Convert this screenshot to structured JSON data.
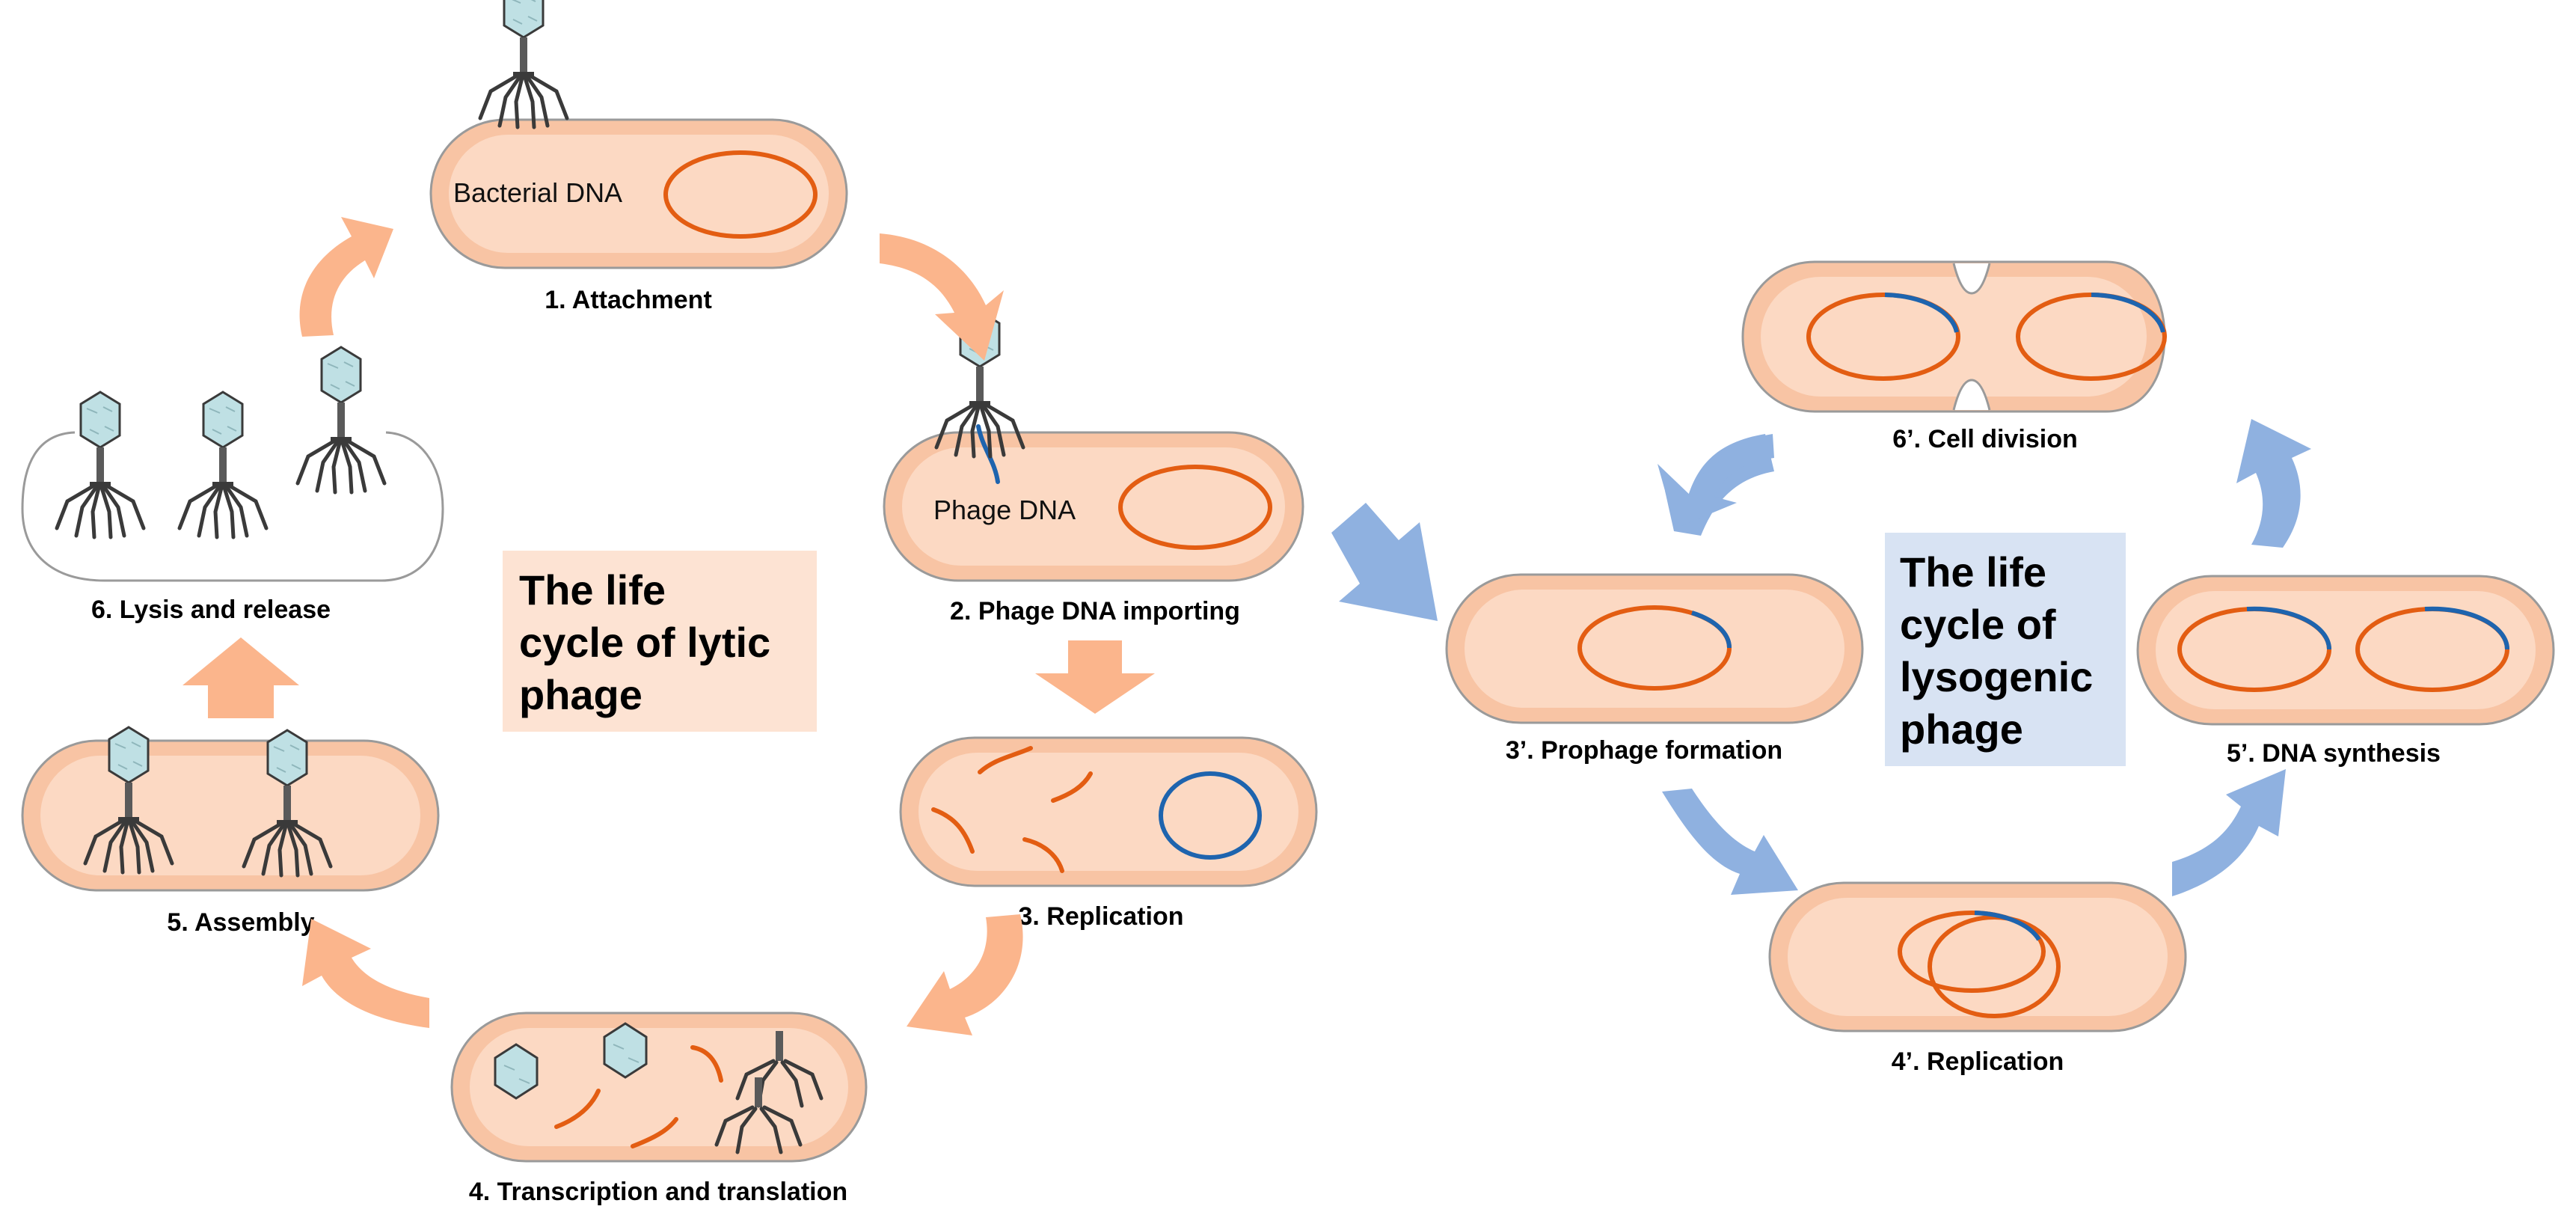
{
  "labels": {
    "bacterial_dna": "Bacterial DNA",
    "phage_dna": "Phage DNA"
  },
  "stages": {
    "s1": "1. Attachment",
    "s2": "2. Phage DNA importing",
    "s3": "3. Replication",
    "s4": "4. Transcription and translation",
    "s5": "5. Assembly",
    "s6": "6. Lysis and release",
    "s3p": "3’. Prophage formation",
    "s4p": "4’. Replication",
    "s5p": "5’. DNA synthesis",
    "s6p": "6’. Cell division"
  },
  "titles": {
    "lytic": [
      "The life",
      "cycle of lytic",
      "phage"
    ],
    "lysogenic": [
      "The life",
      "cycle of",
      "lysogenic",
      "phage"
    ]
  },
  "colors": {
    "cell_fill": "#f8c4a4",
    "cell_inner": "#fcd9c3",
    "cell_stroke": "#9a9a9a",
    "bacterial_dna": "#e35d12",
    "phage_dna": "#1e64ae",
    "lytic_arrow": "#fbb58c",
    "lysogenic_arrow": "#8fb1e0",
    "lytic_title_bg": "#fde3d3",
    "lysogenic_title_bg": "#d8e3f3",
    "phage_head": "#bfe0e4",
    "phage_leg": "#3a3a3a"
  }
}
